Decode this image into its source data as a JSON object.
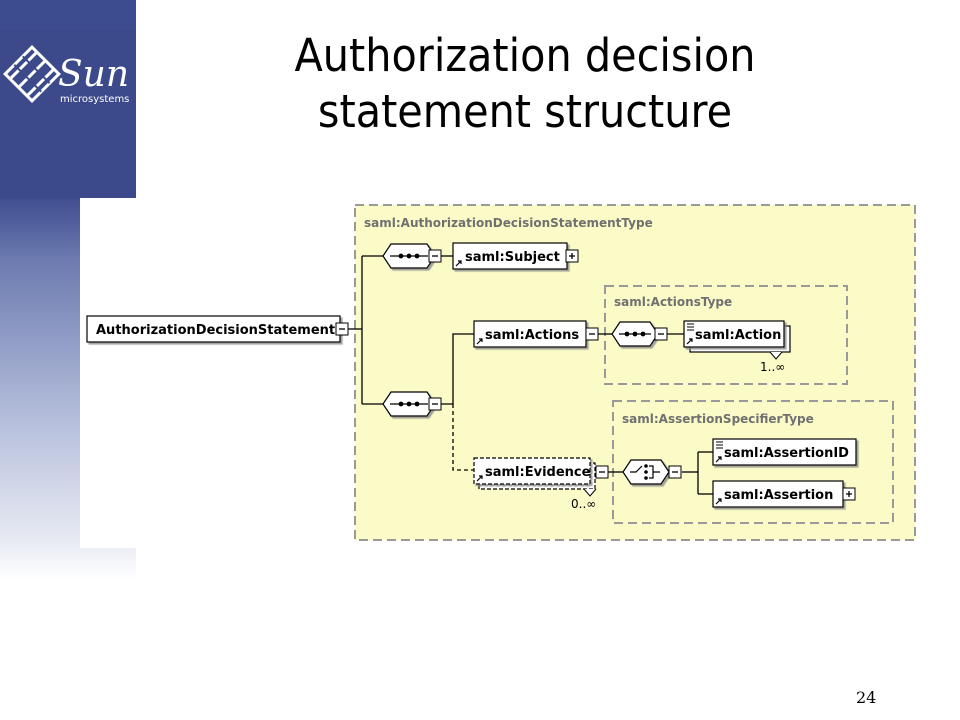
{
  "slide": {
    "title_line1": "Authorization decision",
    "title_line2": "statement structure",
    "page_number": "24"
  },
  "logo": {
    "brand": "Sun",
    "sub": "microsystems",
    "color": "#3c4a8c"
  },
  "diagram": {
    "root": "AuthorizationDecisionStatement",
    "groups": {
      "outer": "saml:AuthorizationDecisionStatementType",
      "actions_type": "saml:ActionsType",
      "assertion_spec_type": "saml:AssertionSpecifierType"
    },
    "elements": {
      "subject": "saml:Subject",
      "actions": "saml:Actions",
      "action": "saml:Action",
      "evidence": "saml:Evidence",
      "assertion_id": "saml:AssertionID",
      "assertion": "saml:Assertion"
    },
    "cardinalities": {
      "action": "1..∞",
      "evidence": "0..∞"
    },
    "colors": {
      "group_fill": "#fbfbc8",
      "group_border": "#999999",
      "element_fill": "#ffffff",
      "line": "#000000"
    }
  }
}
